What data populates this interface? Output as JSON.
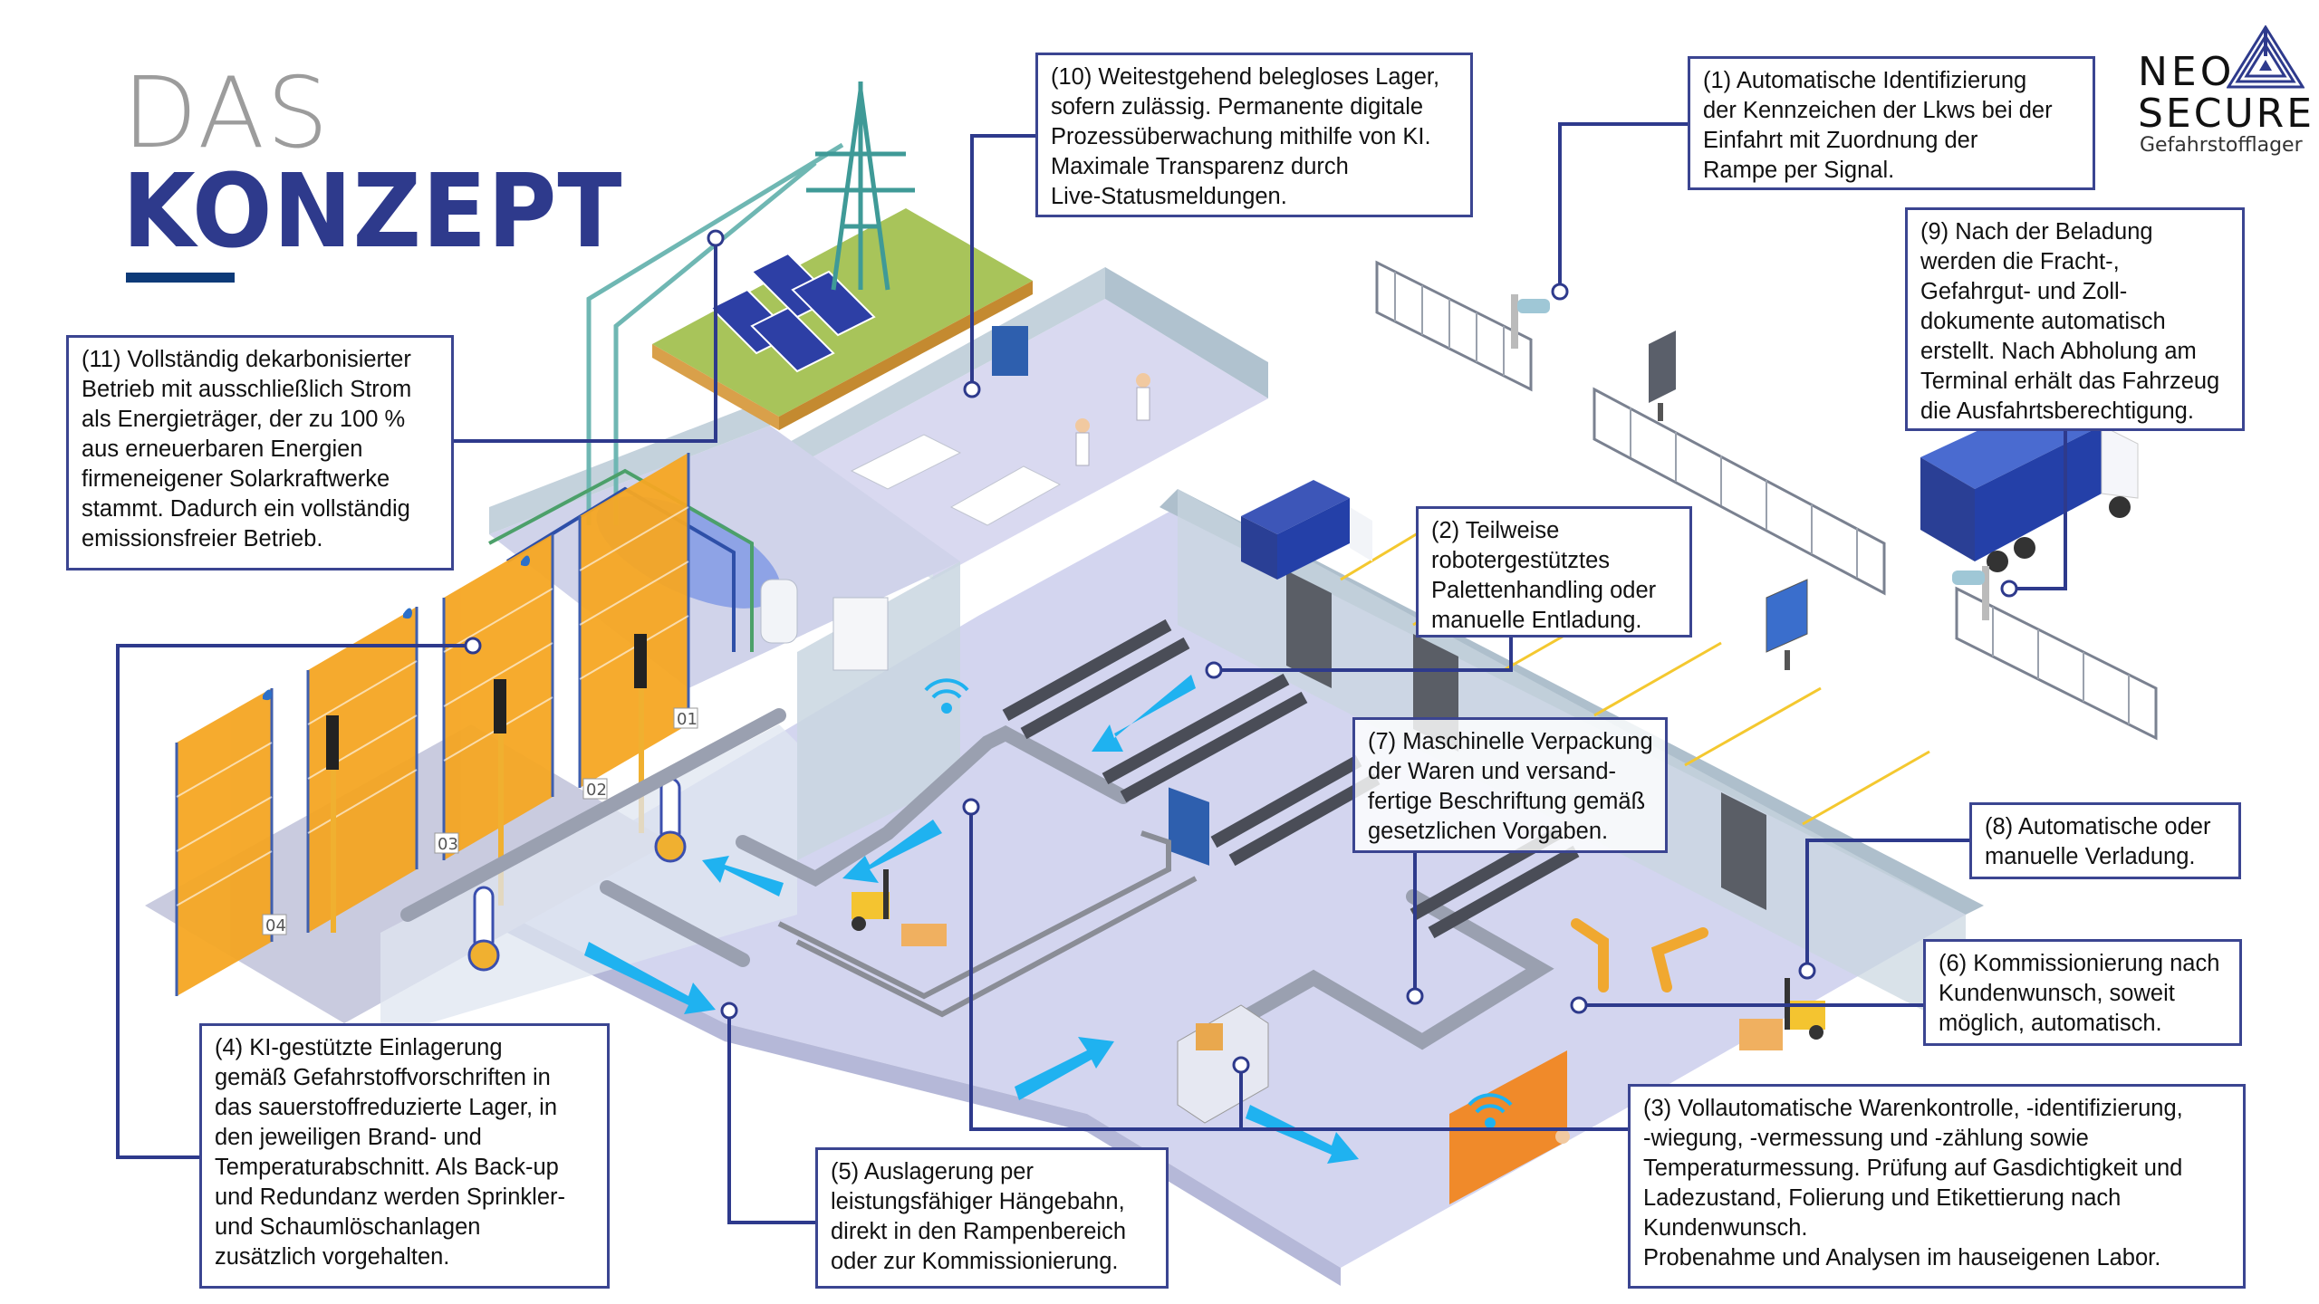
{
  "header": {
    "title_line1": "DAS",
    "title_line2": "KONZEPT"
  },
  "logo": {
    "name_line1": "NEO",
    "name_line2": "SECURE",
    "tagline": "Gefahrstofflager",
    "mark_icon": "triangle-shield-icon"
  },
  "colors": {
    "brand_dark_blue": "#2e3a8c",
    "underline_blue": "#0d3a78",
    "title_gray": "#9c9c9c",
    "callout_border": "#3b4591",
    "flow_arrow": "#1fb2f0",
    "rack_orange": "#f5a623",
    "floor": "#d3d5ef",
    "wall": "#c9d6e0",
    "grass": "#a8c45a",
    "power_line": "#6fb7b3"
  },
  "callouts": [
    {
      "id": "1",
      "lines": [
        "(1) Automatische Identifizierung",
        "der Kennzeichen der Lkws bei der",
        "Einfahrt mit Zuordnung der",
        "Rampe per Signal."
      ]
    },
    {
      "id": "2",
      "lines": [
        "(2) Teilweise",
        "robotergestütztes",
        "Palettenhandling oder",
        "manuelle Entladung."
      ]
    },
    {
      "id": "3",
      "lines": [
        "(3) Vollautomatische Warenkontrolle, -identifizierung,",
        "-wiegung, -vermessung und -zählung sowie",
        "Temperaturmessung. Prüfung auf Gasdichtigkeit und",
        "Ladezustand, Folierung und Etikettierung nach",
        "Kundenwunsch.",
        "Probenahme und Analysen im hauseigenen Labor."
      ]
    },
    {
      "id": "4",
      "lines": [
        "(4) KI-gestützte Einlagerung",
        "gemäß Gefahrstoffvorschriften in",
        "das sauerstoffreduzierte Lager, in",
        "den jeweiligen Brand- und",
        "Temperaturabschnitt. Als Back-up",
        "und Redundanz werden Sprinkler-",
        "und Schaumlöschanlagen",
        "zusätzlich vorgehalten."
      ]
    },
    {
      "id": "5",
      "lines": [
        "(5) Auslagerung per",
        "leistungsfähiger Hängebahn,",
        "direkt in den Rampenbereich",
        "oder zur Kommissionierung."
      ]
    },
    {
      "id": "6",
      "lines": [
        "(6) Kommissionierung nach",
        "Kundenwunsch, soweit",
        "möglich, automatisch."
      ]
    },
    {
      "id": "7",
      "lines": [
        "(7) Maschinelle Verpackung",
        "der Waren und versand-",
        "fertige Beschriftung gemäß",
        "gesetzlichen Vorgaben."
      ]
    },
    {
      "id": "8",
      "lines": [
        "(8) Automatische oder",
        "manuelle Verladung."
      ]
    },
    {
      "id": "9",
      "lines": [
        "(9) Nach der Beladung",
        "werden die Fracht-,",
        "Gefahrgut- und Zoll-",
        "dokumente automatisch",
        "erstellt. Nach Abholung am",
        "Terminal erhält das Fahrzeug",
        "die Ausfahrtsberechtigung."
      ]
    },
    {
      "id": "10",
      "lines": [
        "(10) Weitestgehend belegloses Lager,",
        "sofern zulässig. Permanente digitale",
        "Prozessüberwachung mithilfe von KI.",
        "Maximale Transparenz durch",
        "Live-Statusmeldungen."
      ]
    },
    {
      "id": "11",
      "lines": [
        "(11) Vollständig dekarbonisierter",
        "Betrieb mit ausschließlich Strom",
        "als Energieträger, der zu 100 %",
        "aus erneuerbaren Energien",
        "firmeneigener Solarkraftwerke",
        "stammt. Dadurch ein vollständig",
        "emissionsfreier Betrieb."
      ]
    }
  ],
  "illustration": {
    "rack_labels": [
      "01",
      "02",
      "03",
      "04"
    ],
    "icons": [
      "power-tower-icon",
      "solar-panel-icon",
      "lab-room-icon",
      "truck-icon",
      "gate-icon",
      "camera-icon",
      "monitor-icon",
      "forklift-icon",
      "robot-arm-icon",
      "conveyor-icon",
      "thermometer-icon",
      "wifi-icon",
      "sprinkler-icon",
      "tank-icon"
    ]
  }
}
